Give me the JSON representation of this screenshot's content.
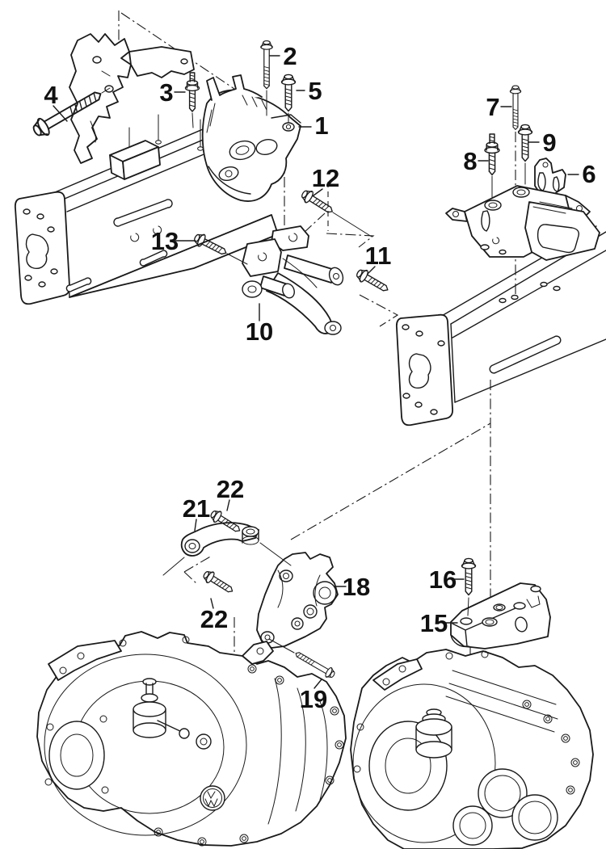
{
  "diagram": {
    "background_color": "#ffffff",
    "line_color": "#1a1a1a"
  },
  "callouts": [
    {
      "id": "c1",
      "label": "1"
    },
    {
      "id": "c2",
      "label": "2"
    },
    {
      "id": "c3",
      "label": "3"
    },
    {
      "id": "c4",
      "label": "4"
    },
    {
      "id": "c5",
      "label": "5"
    },
    {
      "id": "c6",
      "label": "6"
    },
    {
      "id": "c7",
      "label": "7"
    },
    {
      "id": "c8",
      "label": "8"
    },
    {
      "id": "c9",
      "label": "9"
    },
    {
      "id": "c10",
      "label": "10"
    },
    {
      "id": "c11",
      "label": "11"
    },
    {
      "id": "c12",
      "label": "12"
    },
    {
      "id": "c13",
      "label": "13"
    },
    {
      "id": "c15",
      "label": "15"
    },
    {
      "id": "c16",
      "label": "16"
    },
    {
      "id": "c18",
      "label": "18"
    },
    {
      "id": "c19",
      "label": "19"
    },
    {
      "id": "c21",
      "label": "21"
    },
    {
      "id": "c22a",
      "label": "22"
    },
    {
      "id": "c22b",
      "label": "22"
    }
  ]
}
